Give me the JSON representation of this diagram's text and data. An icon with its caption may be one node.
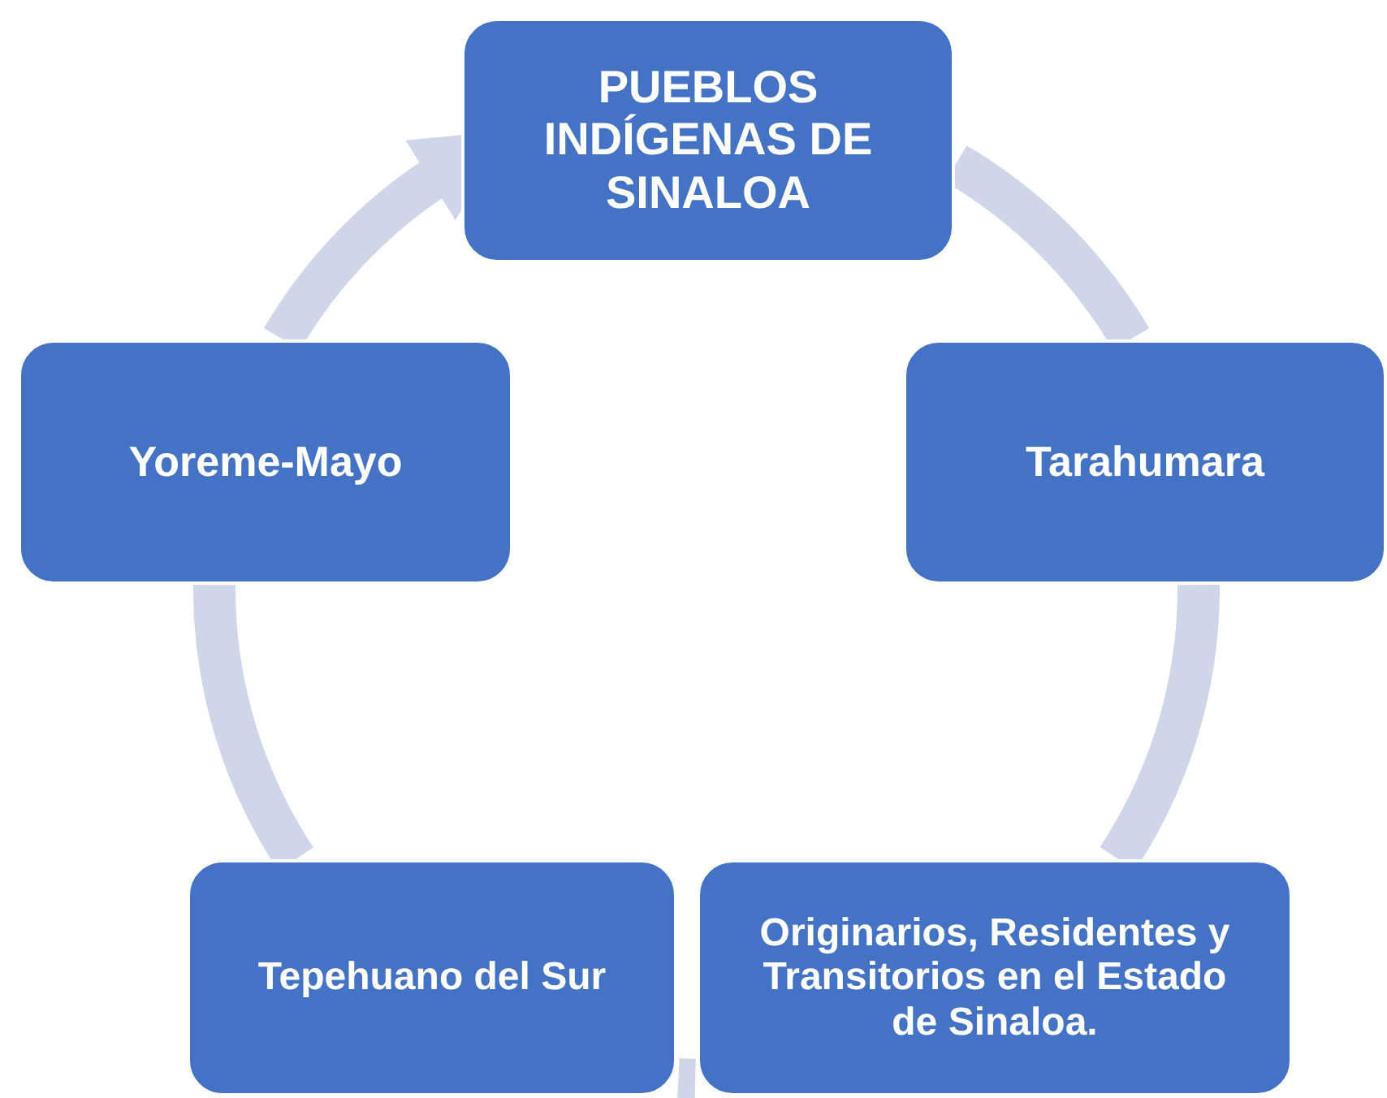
{
  "diagram": {
    "nodes": [
      {
        "text": [
          "PUEBLOS INDÍGENAS DE SINALOA"
        ]
      },
      {
        "text": [
          "Tarahumara"
        ]
      },
      {
        "text": [
          "Originarios, Residentes y Transitorios en el Estado de Sinaloa."
        ]
      },
      {
        "text": [
          "Tepehuano del Sur"
        ]
      },
      {
        "text": [
          "Yoreme-Mayo"
        ]
      }
    ],
    "edges": [
      {
        "from": 0,
        "to": 1,
        "arrow": "none"
      },
      {
        "from": 1,
        "to": 2,
        "arrow": "none"
      },
      {
        "from": 2,
        "to": 3,
        "arrow": "none"
      },
      {
        "from": 3,
        "to": 4,
        "arrow": "none"
      },
      {
        "from": 4,
        "to": 0,
        "arrow": "to"
      }
    ]
  }
}
